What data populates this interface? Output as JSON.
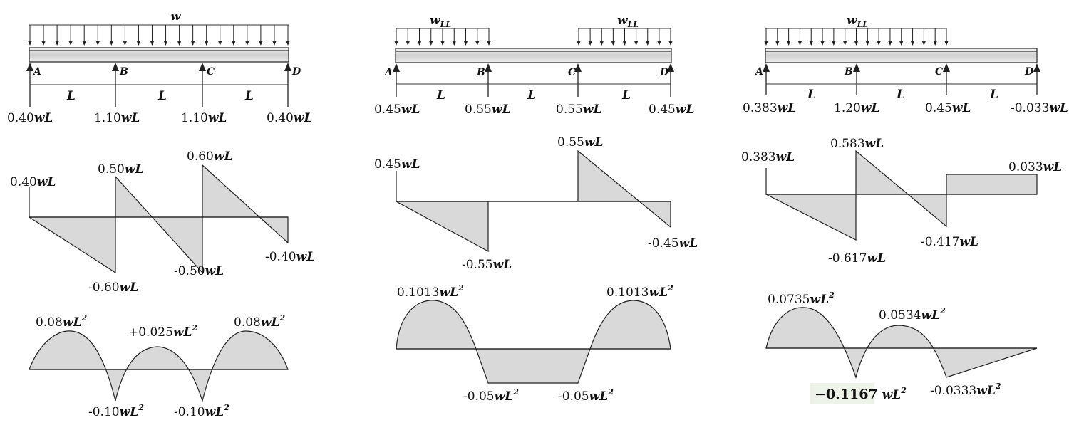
{
  "panels": [
    {
      "load_label": "w",
      "load_sub": "",
      "supports": [
        "A",
        "B",
        "C",
        "D"
      ],
      "span_label": "L",
      "reactions": [
        "0.40",
        "1.10",
        "1.10",
        "0.40"
      ],
      "reaction_unit": "wL",
      "shear": [
        {
          "value": "0.40",
          "unit": "wL"
        },
        {
          "value": "0.50",
          "unit": "wL"
        },
        {
          "value": "0.60",
          "unit": "wL"
        },
        {
          "value": "-0.60",
          "unit": "wL"
        },
        {
          "value": "-0.50",
          "unit": "wL"
        },
        {
          "value": "-0.40",
          "unit": "wL"
        }
      ],
      "moment": [
        {
          "value": "0.08",
          "unit": "wL",
          "exp": "2"
        },
        {
          "value": "+0.025",
          "unit": "wL",
          "exp": "2"
        },
        {
          "value": "0.08",
          "unit": "wL",
          "exp": "2"
        },
        {
          "value": "-0.10",
          "unit": "wL",
          "exp": "2"
        },
        {
          "value": "-0.10",
          "unit": "wL",
          "exp": "2"
        }
      ]
    },
    {
      "load_label": "w",
      "load_sub": "LL",
      "supports": [
        "A",
        "B",
        "C",
        "D"
      ],
      "span_label": "L",
      "reactions": [
        "0.45",
        "0.55",
        "0.55",
        "0.45"
      ],
      "reaction_unit": "wL",
      "shear": [
        {
          "value": "0.45",
          "unit": "wL"
        },
        {
          "value": "0.55",
          "unit": "wL"
        },
        {
          "value": "-0.55",
          "unit": "wL"
        },
        {
          "value": "-0.45",
          "unit": "wL"
        }
      ],
      "moment": [
        {
          "value": "0.1013",
          "unit": "wL",
          "exp": "2"
        },
        {
          "value": "0.1013",
          "unit": "wL",
          "exp": "2"
        },
        {
          "value": "-0.05",
          "unit": "wL",
          "exp": "2"
        },
        {
          "value": "-0.05",
          "unit": "wL",
          "exp": "2"
        }
      ]
    },
    {
      "load_label": "w",
      "load_sub": "LL",
      "supports": [
        "A",
        "B",
        "C",
        "D"
      ],
      "span_label": "L",
      "reactions": [
        "0.383",
        "1.20",
        "0.45",
        "-0.033"
      ],
      "reaction_unit": "wL",
      "shear": [
        {
          "value": "0.383",
          "unit": "wL"
        },
        {
          "value": "0.583",
          "unit": "wL"
        },
        {
          "value": "0.033",
          "unit": "wL"
        },
        {
          "value": "-0.617",
          "unit": "wL"
        },
        {
          "value": "-0.417",
          "unit": "wL"
        }
      ],
      "moment": [
        {
          "value": "0.0735",
          "unit": "wL",
          "exp": "2"
        },
        {
          "value": "0.0534",
          "unit": "wL",
          "exp": "2"
        },
        {
          "value": "−0.1167",
          "unit": "wL",
          "exp": "2"
        },
        {
          "value": "-0.0333",
          "unit": "wL",
          "exp": "2"
        }
      ]
    }
  ]
}
